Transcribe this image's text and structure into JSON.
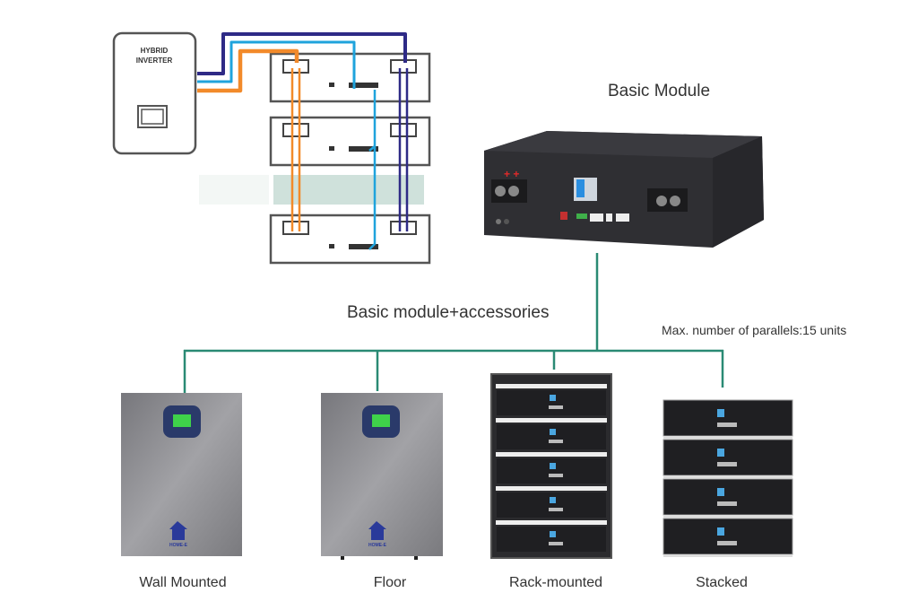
{
  "inverter": {
    "line1": "HYBRID",
    "line2": "INVERTER"
  },
  "basic_module": {
    "title": "Basic Module"
  },
  "accessories_label": "Basic module+accessories",
  "parallel_note": "Max. number of parallels:15 units",
  "options": [
    {
      "label": "Wall Mounted"
    },
    {
      "label": "Floor"
    },
    {
      "label": "Rack-mounted"
    },
    {
      "label": "Stacked"
    }
  ],
  "logo_text": "HOME-E",
  "colors": {
    "connector_line": "#2a8a74",
    "cable_dark_blue": "#2e2a86",
    "cable_light_blue": "#1fa3dc",
    "cable_orange": "#f28a2a",
    "module_body": "#2f2f33",
    "cabinet_body": "#8c8c90",
    "lcd": "#3fd24a",
    "logo": "#2a3a9a"
  }
}
